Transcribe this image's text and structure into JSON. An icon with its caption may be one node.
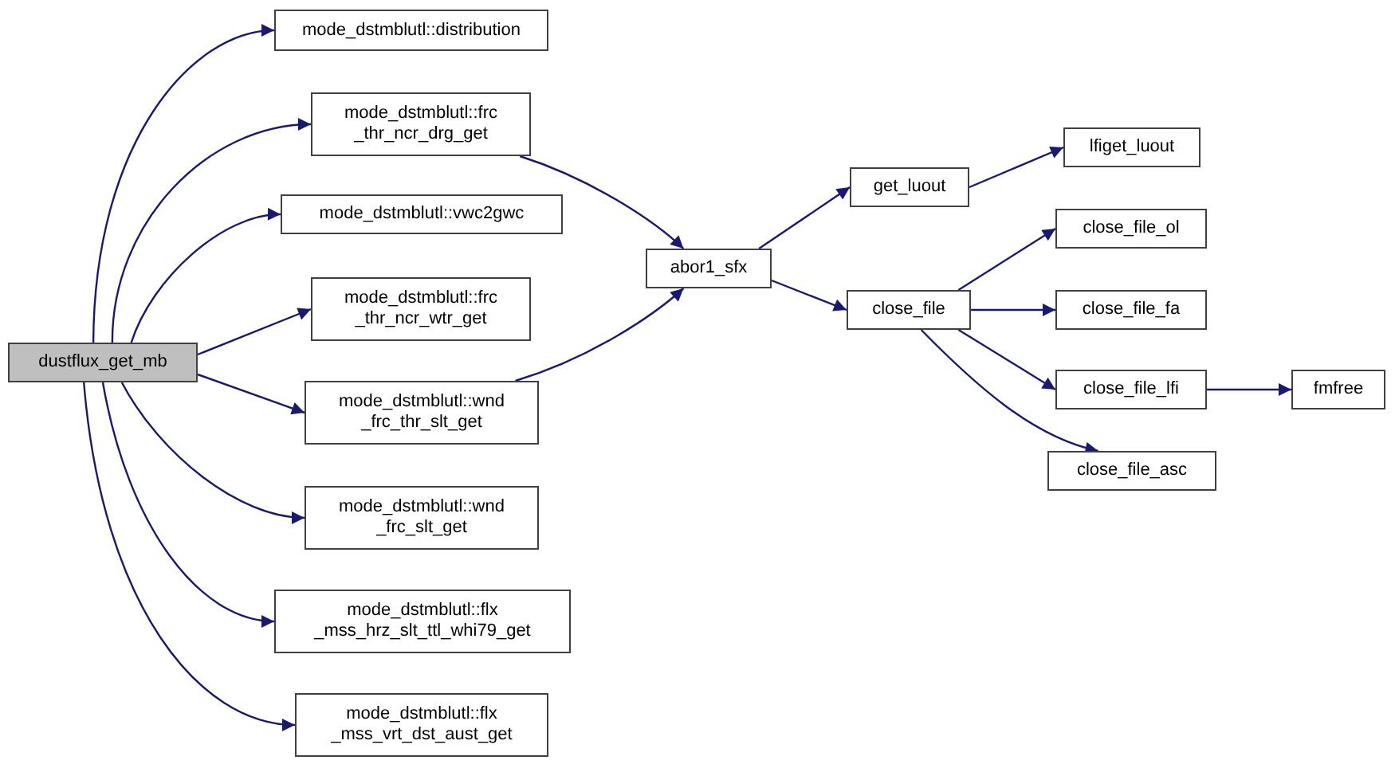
{
  "diagram": {
    "nodes": [
      {
        "text": [
          "dustflux_get_mb"
        ]
      },
      {
        "text": [
          "mode_dstmblutl::distribution"
        ]
      },
      {
        "text": [
          "mode_dstmblutl::frc _thr_ncr_drg_get"
        ]
      },
      {
        "text": [
          "mode_dstmblutl::vwc2gwc"
        ]
      },
      {
        "text": [
          "mode_dstmblutl::frc _thr_ncr_wtr_get"
        ]
      },
      {
        "text": [
          "mode_dstmblutl::wnd _frc_thr_slt_get"
        ]
      },
      {
        "text": [
          "mode_dstmblutl::wnd _frc_slt_get"
        ]
      },
      {
        "text": [
          "mode_dstmblutl::flx _mss_hrz_slt_ttl_whi79_get"
        ]
      },
      {
        "text": [
          "mode_dstmblutl::flx _mss_vrt_dst_aust_get"
        ]
      },
      {
        "text": [
          "abor1_sfx"
        ]
      },
      {
        "text": [
          "get_luout"
        ]
      },
      {
        "text": [
          "lfiget_luout"
        ]
      },
      {
        "text": [
          "close_file"
        ]
      },
      {
        "text": [
          "close_file_ol"
        ]
      },
      {
        "text": [
          "close_file_fa"
        ]
      },
      {
        "text": [
          "close_file_lfi"
        ]
      },
      {
        "text": [
          "fmfree"
        ]
      },
      {
        "text": [
          "close_file_asc"
        ]
      }
    ],
    "edges": [
      {
        "from": 0,
        "to": 1,
        "arrow": "to"
      },
      {
        "from": 0,
        "to": 2,
        "arrow": "to"
      },
      {
        "from": 0,
        "to": 3,
        "arrow": "to"
      },
      {
        "from": 0,
        "to": 4,
        "arrow": "to"
      },
      {
        "from": 0,
        "to": 5,
        "arrow": "to"
      },
      {
        "from": 0,
        "to": 6,
        "arrow": "to"
      },
      {
        "from": 0,
        "to": 7,
        "arrow": "to"
      },
      {
        "from": 0,
        "to": 8,
        "arrow": "to"
      },
      {
        "from": 2,
        "to": 9,
        "arrow": "to"
      },
      {
        "from": 5,
        "to": 9,
        "arrow": "to"
      },
      {
        "from": 9,
        "to": 10,
        "arrow": "to"
      },
      {
        "from": 9,
        "to": 12,
        "arrow": "to"
      },
      {
        "from": 10,
        "to": 11,
        "arrow": "to"
      },
      {
        "from": 12,
        "to": 13,
        "arrow": "to"
      },
      {
        "from": 12,
        "to": 14,
        "arrow": "to"
      },
      {
        "from": 12,
        "to": 15,
        "arrow": "to"
      },
      {
        "from": 12,
        "to": 17,
        "arrow": "to"
      },
      {
        "from": 15,
        "to": 16,
        "arrow": "to"
      }
    ]
  }
}
